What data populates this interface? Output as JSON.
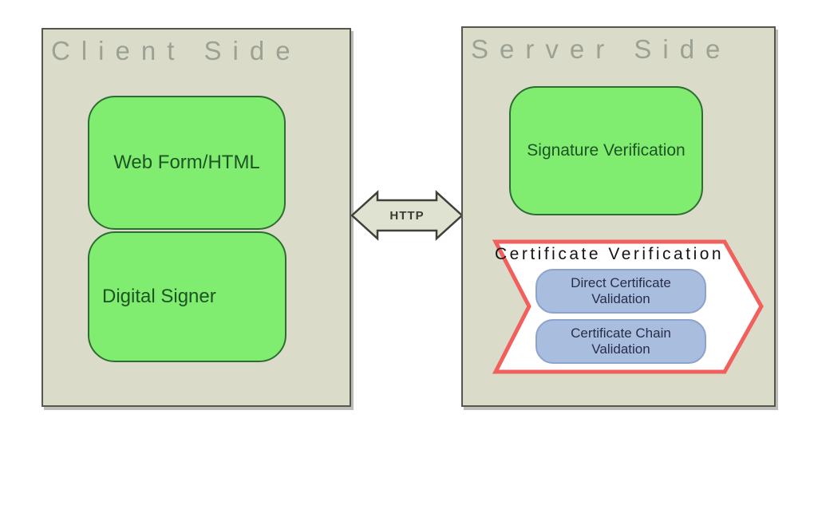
{
  "client": {
    "title": "Client Side",
    "boxes": [
      {
        "label": "Web Form/HTML"
      },
      {
        "label": "Digital Signer"
      }
    ]
  },
  "server": {
    "title": "Server Side",
    "signature_box_label": "Signature Verification",
    "certificate": {
      "title": "Certificate Verification",
      "steps": [
        {
          "label": "Direct Certificate Validation"
        },
        {
          "label": "Certificate Chain Validation"
        }
      ]
    }
  },
  "connector": {
    "label": "HTTP"
  },
  "colors": {
    "panel_background": "#dadcc9",
    "panel_border": "#55564c",
    "panel_title_text": "#9ba193",
    "green_box_fill": "#80ec70",
    "green_box_border": "#2e6c33",
    "green_box_text": "#1c5423",
    "chevron_fill": "#ffffff",
    "chevron_border": "#f2605e",
    "chevron_title_text": "#141414",
    "blue_box_fill": "#a9bddf",
    "blue_box_border": "#8ba3cd",
    "blue_box_text": "#272e49",
    "arrow_fill": "#e0e2d1",
    "arrow_border": "#3f4039",
    "arrow_text": "#3b3b33"
  }
}
